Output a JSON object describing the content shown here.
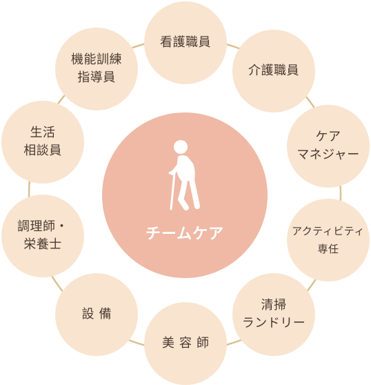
{
  "center": {
    "label": "チームケア",
    "icon": "elderly-person-with-cane-icon"
  },
  "roles": [
    {
      "id": "nurse",
      "label": "看護職員"
    },
    {
      "id": "care-worker",
      "label": "介護職員"
    },
    {
      "id": "care-manager",
      "label": "ケア\nマネジャー"
    },
    {
      "id": "activity",
      "label": "アクティビティ\n専任"
    },
    {
      "id": "cleaning-laundry",
      "label": "清掃\nランドリー"
    },
    {
      "id": "beautician",
      "label": "美容師"
    },
    {
      "id": "facilities",
      "label": "設備"
    },
    {
      "id": "cook-nutritionist",
      "label": "調理師・\n栄養士"
    },
    {
      "id": "life-counselor",
      "label": "生活\n相談員"
    },
    {
      "id": "functional-trainer",
      "label": "機能訓練\n指導員"
    }
  ],
  "colors": {
    "node_fill": "#f9e4cf",
    "center_fill": "#efb9a5",
    "connector": "#d9c08f",
    "text": "#4a3a31",
    "center_text": "#ffffff"
  }
}
